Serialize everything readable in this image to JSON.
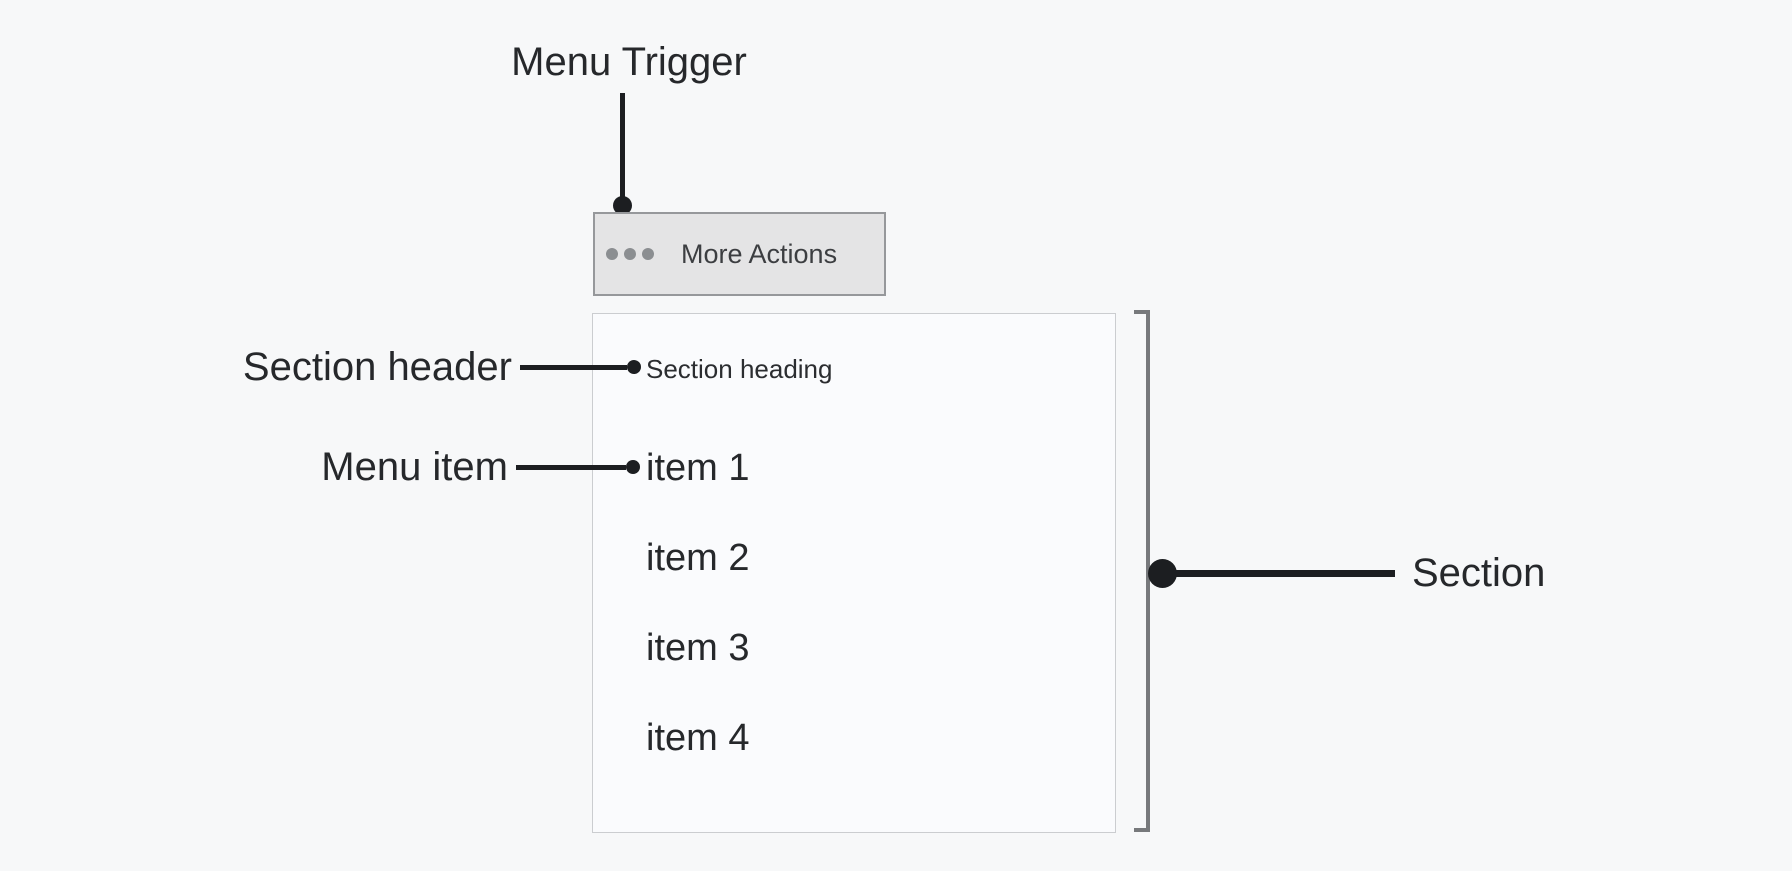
{
  "diagram": {
    "annotations": {
      "menu_trigger": "Menu Trigger",
      "section_header": "Section header",
      "menu_item": "Menu item",
      "section": "Section"
    },
    "trigger_button": {
      "label": "More Actions",
      "icon": "ellipsis-icon"
    },
    "menu": {
      "section_heading": "Section heading",
      "items": [
        "item 1",
        "item 2",
        "item 3",
        "item 4"
      ]
    },
    "colors": {
      "pointer_black": "#1c1e21",
      "bracket_gray": "#77797c",
      "button_bg": "#e4e4e5",
      "button_border": "#96989b",
      "panel_bg": "#fafbfd",
      "panel_border": "#cbcdd0",
      "page_bg": "#f7f8f9"
    }
  }
}
